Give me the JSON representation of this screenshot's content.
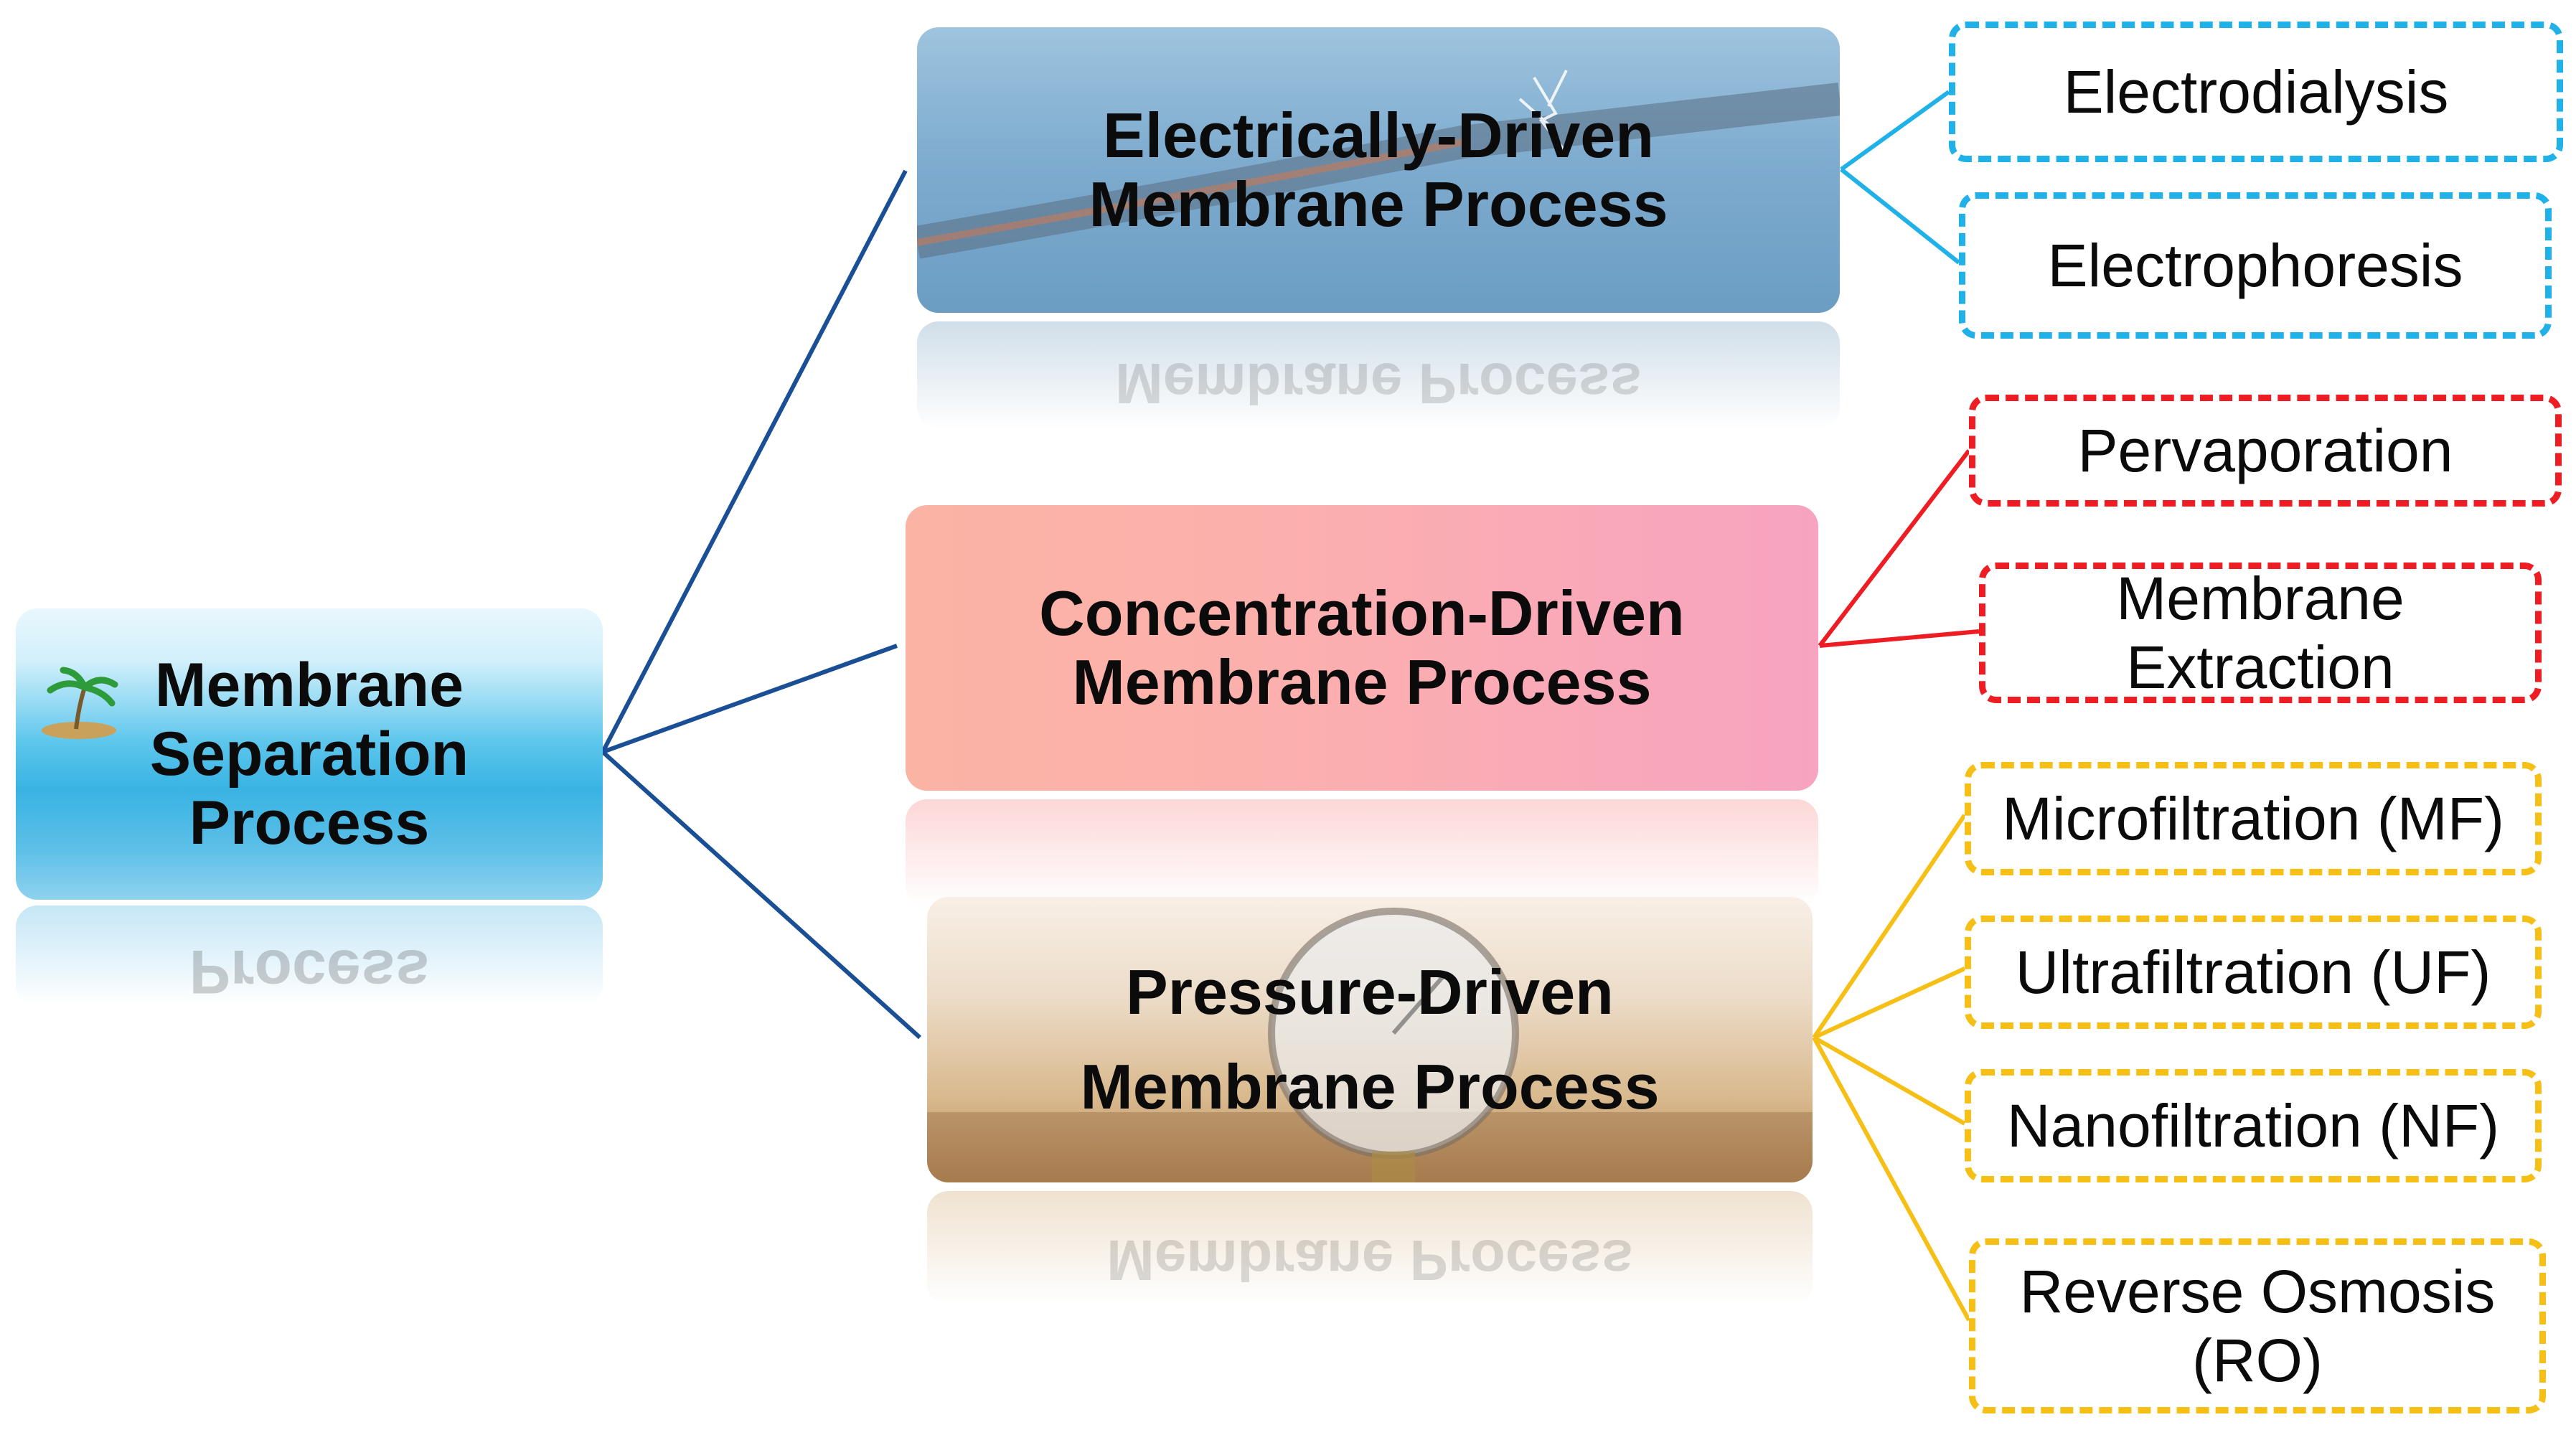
{
  "root": {
    "line1": "Membrane",
    "line2": "Separation",
    "line3": "Process",
    "reflection": "Process"
  },
  "processes": [
    {
      "line1": "Electrically-Driven",
      "line2": "Membrane Process",
      "reflection": "Membrane Process"
    },
    {
      "line1": "Concentration-Driven",
      "line2": "Membrane Process"
    },
    {
      "line1": "Pressure-Driven",
      "line2": "Membrane Process",
      "reflection": "Membrane Process"
    }
  ],
  "leaves": {
    "electrical": [
      {
        "line1": "Electrodialysis"
      },
      {
        "line1": "Electrophoresis"
      }
    ],
    "concentration": [
      {
        "line1": "Pervaporation"
      },
      {
        "line1": "Membrane",
        "line2": "Extraction"
      }
    ],
    "pressure": [
      {
        "line1": "Microfiltration (MF)"
      },
      {
        "line1": "Ultrafiltration (UF)"
      },
      {
        "line1": "Nanofiltration (NF)"
      },
      {
        "line1": "Reverse Osmosis",
        "line2": "(RO)"
      }
    ]
  },
  "colors": {
    "root_connector": "#1a4f96",
    "electrical": "#1fb1e8",
    "concentration": "#ee1c23",
    "pressure": "#f5bf16"
  }
}
